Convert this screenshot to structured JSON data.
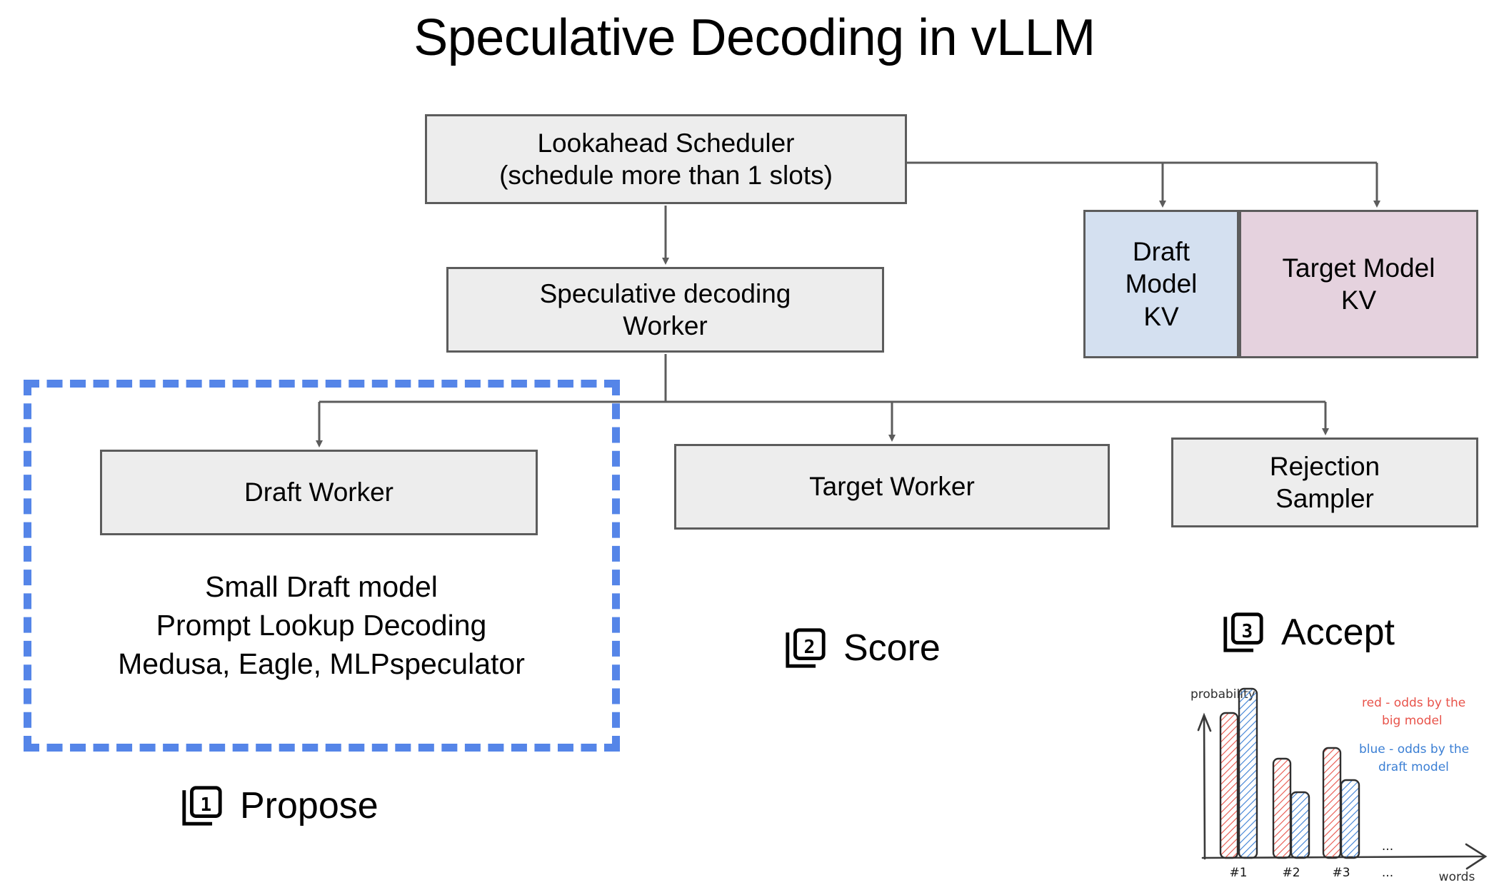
{
  "page": {
    "title": "Speculative Decoding in vLLM"
  },
  "colors": {
    "node_fill": "#ededed",
    "node_border": "#5c5c5c",
    "draft_kv_fill": "#d4e0f0",
    "target_kv_fill": "#e5d2de",
    "highlight_dashed": "#5585e8",
    "chart_red": "#e8534a",
    "chart_blue": "#3b7fd4",
    "chart_ink": "#3a3a3a"
  },
  "nodes": {
    "lookahead_scheduler": "Lookahead Scheduler\n(schedule more than 1 slots)",
    "spec_worker": "Speculative decoding\nWorker",
    "draft_worker": "Draft Worker",
    "target_worker": "Target Worker",
    "rejection_sampler": "Rejection\nSampler",
    "draft_kv": "Draft\nModel\nKV",
    "target_kv": "Target Model\nKV"
  },
  "draft_worker_notes": "Small Draft model\nPrompt Lookup Decoding\nMedusa, Eagle, MLPspeculator",
  "steps": [
    {
      "number": "1",
      "label": "Propose",
      "icon": "step-1-card-icon"
    },
    {
      "number": "2",
      "label": "Score",
      "icon": "step-2-card-icon"
    },
    {
      "number": "3",
      "label": "Accept",
      "icon": "step-3-card-icon"
    }
  ],
  "chart_data": {
    "type": "bar",
    "title": "",
    "xlabel": "words",
    "ylabel": "probability",
    "categories": [
      "#1",
      "#2",
      "#3",
      "..."
    ],
    "series": [
      {
        "name": "red - odds by the big model",
        "color": "#e8534a",
        "values": [
          0.72,
          0.46,
          0.54,
          null
        ]
      },
      {
        "name": "blue - odds by the draft model",
        "color": "#3b7fd4",
        "values": [
          0.87,
          0.22,
          0.32,
          null
        ]
      }
    ],
    "legend": [
      {
        "text": "red - odds by the\nbig model",
        "color": "#e8534a"
      },
      {
        "text": "blue - odds by the\ndraft model",
        "color": "#3b7fd4"
      }
    ],
    "legend_position": "top-right",
    "ylim": [
      0,
      1
    ],
    "grid": false,
    "annotations": [
      "...",
      "..."
    ],
    "style": "hand-drawn, hatched bars"
  }
}
